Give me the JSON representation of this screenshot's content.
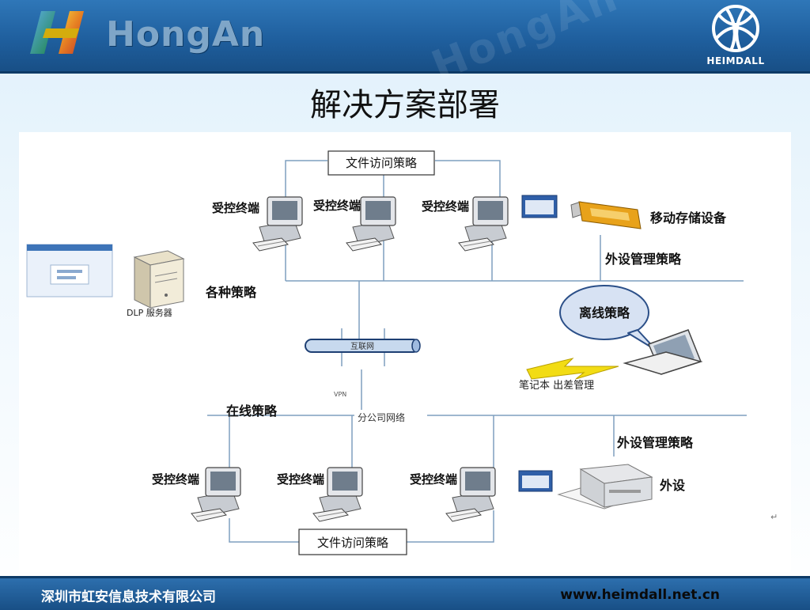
{
  "header": {
    "brand": "HongAn",
    "watermark": "HongAn",
    "partner_logo_text": "HEIMDALL"
  },
  "title": "解决方案部署",
  "diagram": {
    "top_policy_box": "文件访问策略",
    "top_terminals": [
      "受控终端",
      "受控终端",
      "受控终端"
    ],
    "usb_label": "移动存储设备",
    "peripheral_policy_top": "外设管理策略",
    "policies_label": "各种策略",
    "server_label": "DLP 服务器",
    "internet_label": "互联网",
    "vpn_label": "VPN",
    "offline_bubble": "离线策略",
    "laptop_label": "笔记本 出差管理",
    "online_policy": "在线策略",
    "branch_network": "分公司网络",
    "peripheral_policy_bottom": "外设管理策略",
    "bottom_terminals": [
      "受控终端",
      "受控终端",
      "受控终端"
    ],
    "printer_label": "外设",
    "bottom_policy_box": "文件访问策略"
  },
  "footer": {
    "company": "深圳市虹安信息技术有限公司",
    "website": "www.heimdall.net.cn"
  },
  "colors": {
    "header_blue": "#1f5f9e",
    "line_blue": "#7f9fbf",
    "usb_orange": "#e8a21a"
  }
}
